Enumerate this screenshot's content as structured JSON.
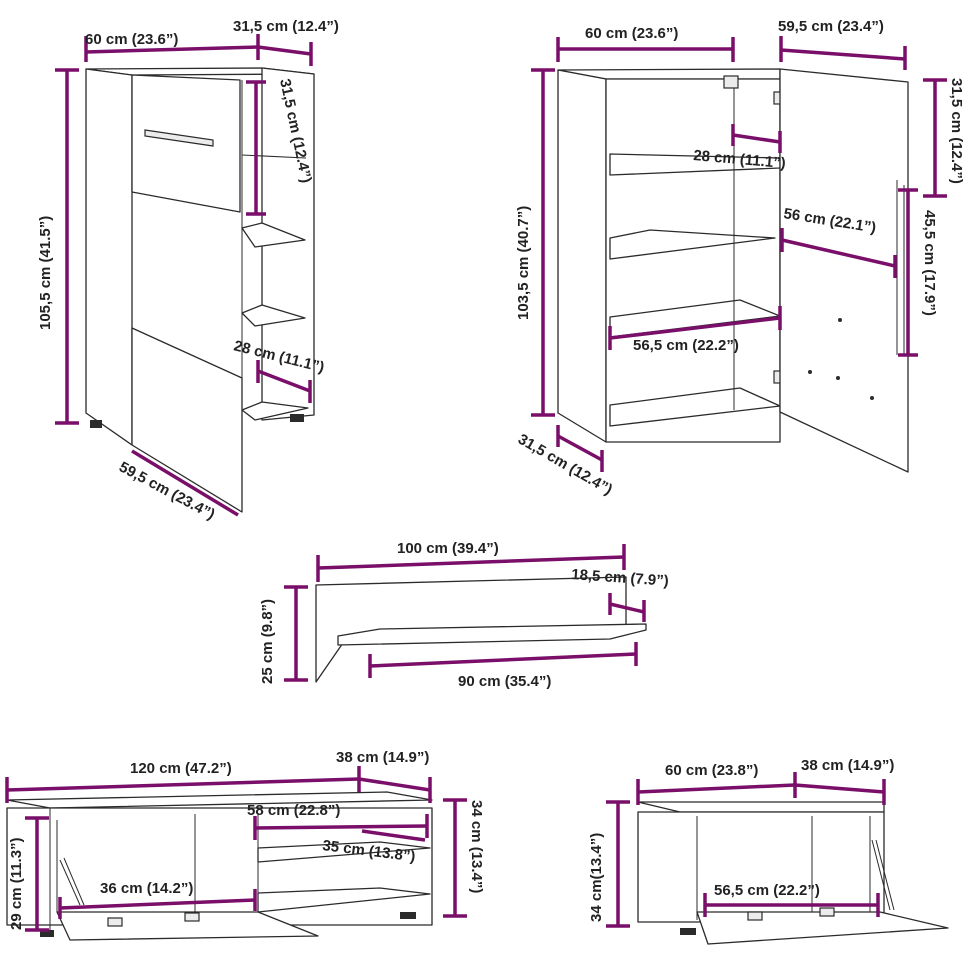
{
  "colors": {
    "dimension_line": "#7a0f6a",
    "outline": "#2b2b2b",
    "text": "#222222"
  },
  "icons": [
    "handle-icon",
    "hinge-icon",
    "shelf-icon"
  ],
  "furniture": [
    {
      "id": "cabinet_drawer_door",
      "labels": {
        "width": "60 cm (23.6”)",
        "depth_top": "31,5 cm (12.4”)",
        "height": "105,5 cm (41.5”)",
        "drawer_height": "31,5 cm (12.4”)",
        "shelf_depth": "28 cm (11.1”)",
        "door_width": "59,5 cm (23.4”)"
      }
    },
    {
      "id": "cabinet_tall_door",
      "labels": {
        "width": "60 cm (23.6”)",
        "door_width": "59,5 cm (23.4”)",
        "height": "103,5 cm (40.7”)",
        "depth": "31,5 cm (12.4”)",
        "upper_height": "31,5 cm (12.4”)",
        "shelf_depth": "28 cm (11.1”)",
        "inner_door_width": "56 cm (22.1”)",
        "door_section_height": "45,5 cm (17.9”)",
        "inner_width": "56,5 cm (22.2”)"
      }
    },
    {
      "id": "wall_shelf",
      "labels": {
        "width": "100 cm (39.4”)",
        "shelf_depth": "18,5 cm (7.9”)",
        "height": "25 cm (9.8”)",
        "shelf_width": "90 cm (35.4”)"
      }
    },
    {
      "id": "tv_cabinet",
      "labels": {
        "width": "120 cm (47.2”)",
        "depth": "38 cm (14.9”)",
        "inner_width": "58 cm (22.8”)",
        "inner_depth": "35 cm (13.8”)",
        "height": "34 cm (13.4”)",
        "inner_height": "29 cm (11.3”)",
        "flap_width": "36 cm (14.2”)"
      }
    },
    {
      "id": "small_cabinet",
      "labels": {
        "width": "60 cm (23.8”)",
        "depth": "38 cm (14.9”)",
        "height": "34 cm(13.4”)",
        "inner_width": "56,5 cm (22.2”)"
      }
    }
  ]
}
